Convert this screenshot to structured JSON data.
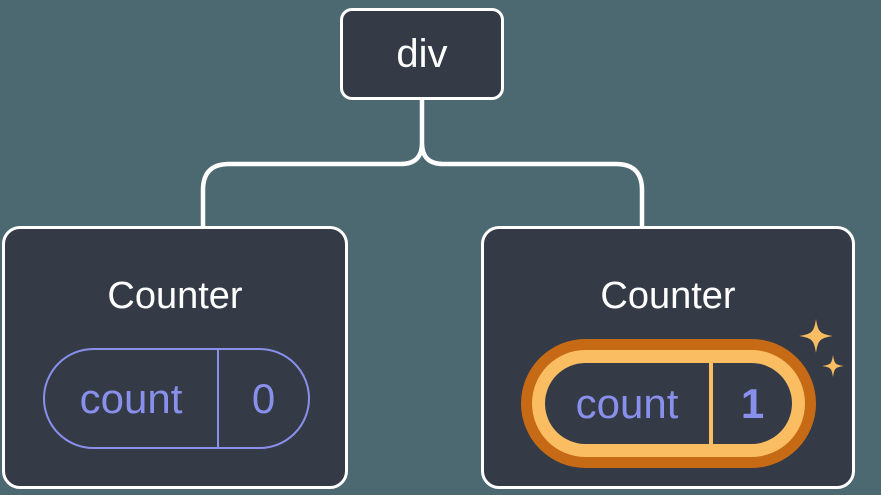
{
  "diagram": {
    "root_node": {
      "label": "div"
    },
    "nodes": [
      {
        "title": "Counter",
        "state_key": "count",
        "state_value": "0",
        "highlighted": false
      },
      {
        "title": "Counter",
        "state_key": "count",
        "state_value": "1",
        "highlighted": true
      }
    ]
  },
  "colors": {
    "background": "#4C6870",
    "node_fill": "#343A46",
    "node_border": "#FFFFFF",
    "connector": "#FFFFFF",
    "accent_purple": "#8890EC",
    "orange_dark": "#C76A15",
    "orange_light": "#FABD62",
    "text_white": "#FFFFFF"
  }
}
